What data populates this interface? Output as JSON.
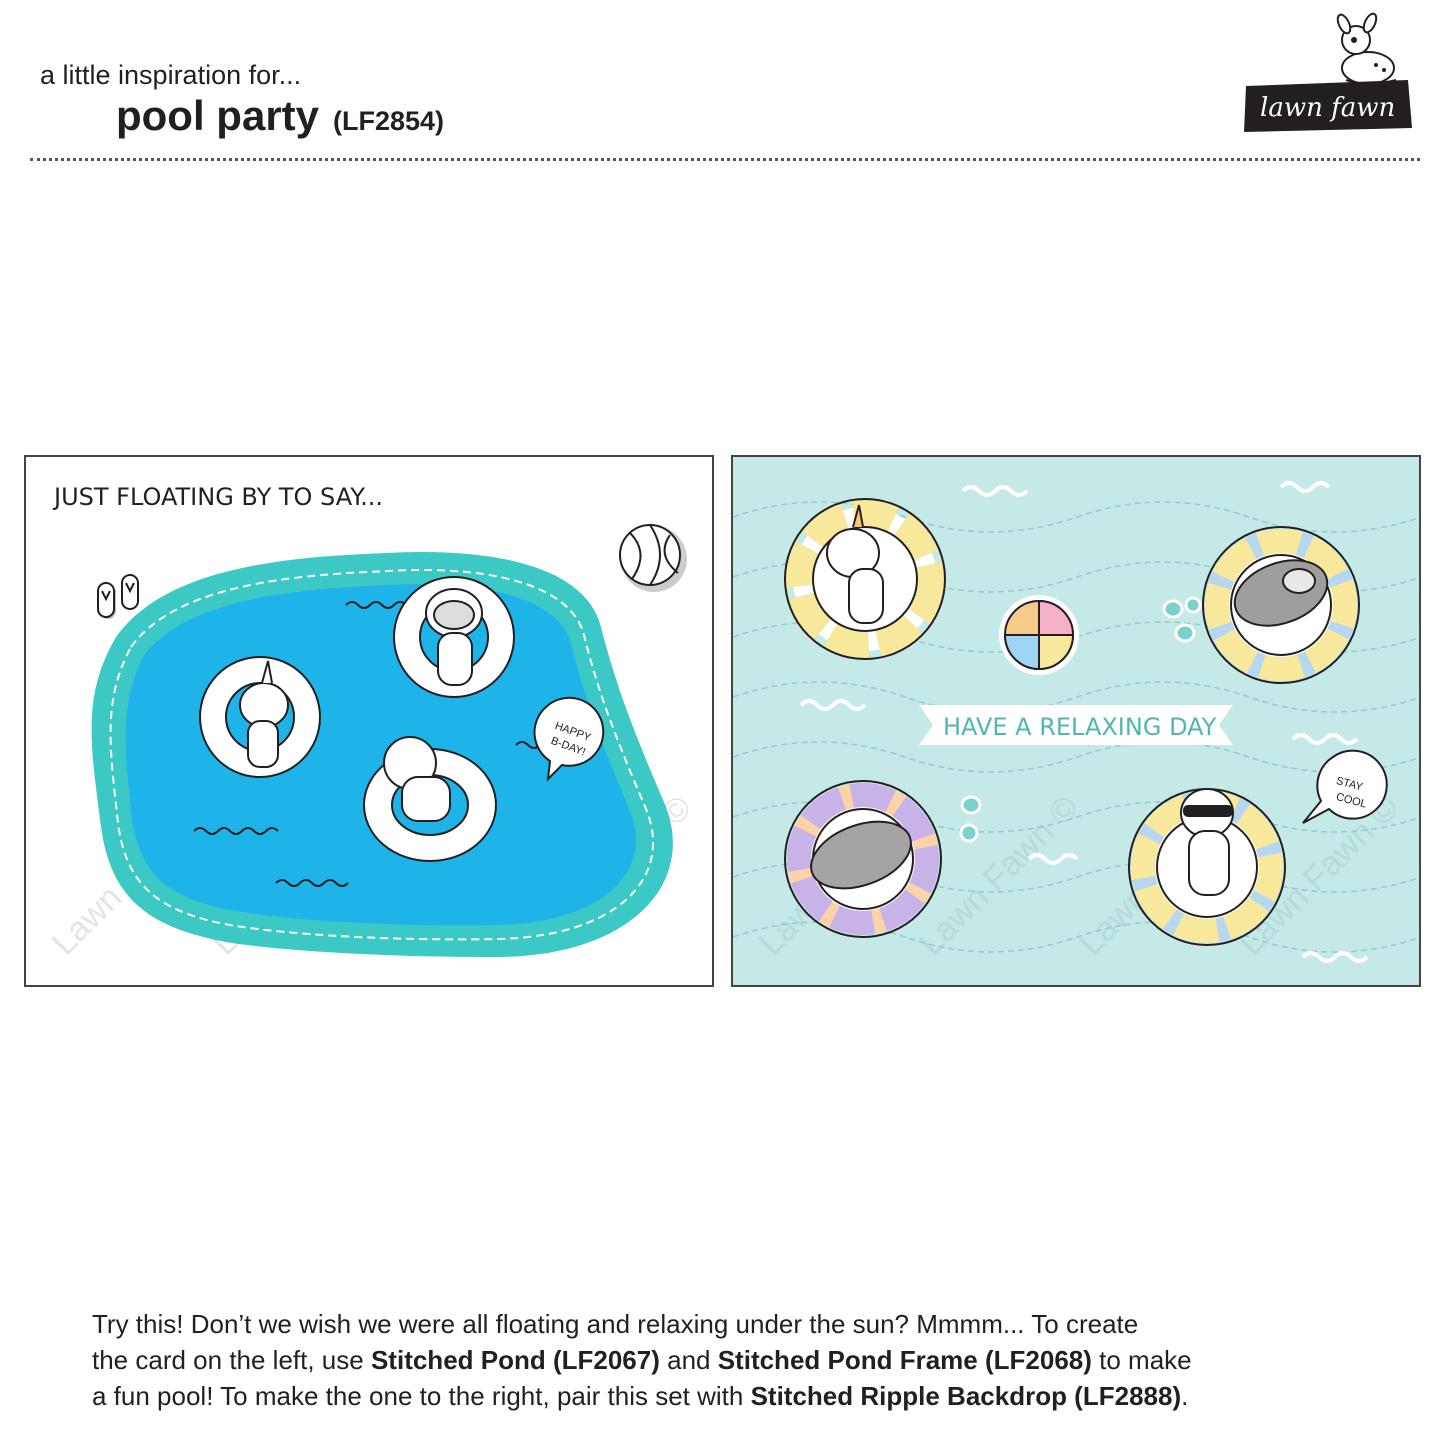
{
  "header": {
    "intro": "a little inspiration for...",
    "title": "pool party",
    "code": "(LF2854)"
  },
  "logo": {
    "text": "lawn fawn"
  },
  "left_card": {
    "sentiment": "JUST FLOATING BY TO SAY...",
    "bubble_line1": "HAPPY",
    "bubble_line2": "B-DAY!",
    "watermark": "Lawn Fawn ©"
  },
  "right_card": {
    "banner": "HAVE A RELAXING DAY",
    "bubble_line1": "STAY",
    "bubble_line2": "COOL",
    "watermark": "Lawn Fawn ©"
  },
  "caption": {
    "line1": "Try this! Don’t we wish we were all floating and relaxing under the sun? Mmmm... To create",
    "l2_a": "the card on the left, use ",
    "l2_b": "Stitched Pond (LF2067)",
    "l2_c": " and ",
    "l2_d": "Stitched Pond Frame (LF2068)",
    "l2_e": " to make",
    "l3_a": "a fun pool!  To make the one to the right, pair this set with ",
    "l3_b": "Stitched Ripple Backdrop (LF2888)",
    "l3_c": "."
  },
  "colors": {
    "pool": "#1eb4ea",
    "pool_frame": "#3cc9c6",
    "right_bg": "#c4e9e6",
    "banner_text": "#4fb7b3"
  }
}
